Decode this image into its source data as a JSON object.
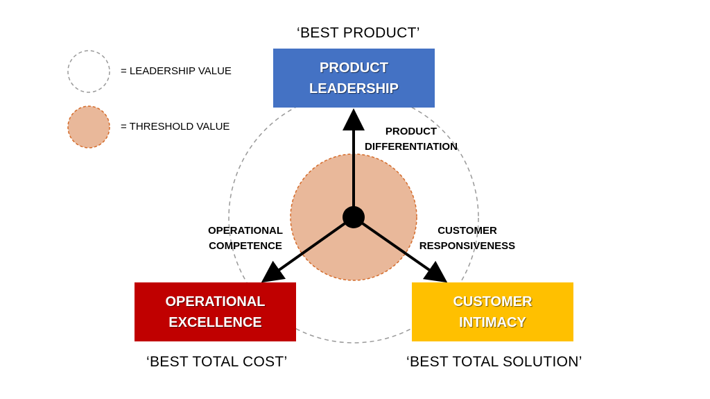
{
  "colors": {
    "product_box": "#4472C4",
    "operational_box": "#C00000",
    "customer_box": "#FFC000",
    "threshold_fill": "#E9B89A",
    "threshold_stroke": "#D46B2A",
    "leadership_stroke": "#999999"
  },
  "legend": {
    "leadership_label": "= LEADERSHIP VALUE",
    "threshold_label": "= THRESHOLD VALUE"
  },
  "disciplines": {
    "product": {
      "line1": "PRODUCT",
      "line2": "LEADERSHIP",
      "tagline": "‘BEST PRODUCT’"
    },
    "operational": {
      "line1": "OPERATIONAL",
      "line2": "EXCELLENCE",
      "tagline": "‘BEST TOTAL COST’"
    },
    "customer": {
      "line1": "CUSTOMER",
      "line2": "INTIMACY",
      "tagline": "‘BEST TOTAL SOLUTION’"
    }
  },
  "axes": {
    "product": {
      "line1": "PRODUCT",
      "line2": "DIFFERENTIATION"
    },
    "operational": {
      "line1": "OPERATIONAL",
      "line2": "COMPETENCE"
    },
    "customer": {
      "line1": "CUSTOMER",
      "line2": "RESPONSIVENESS"
    }
  }
}
